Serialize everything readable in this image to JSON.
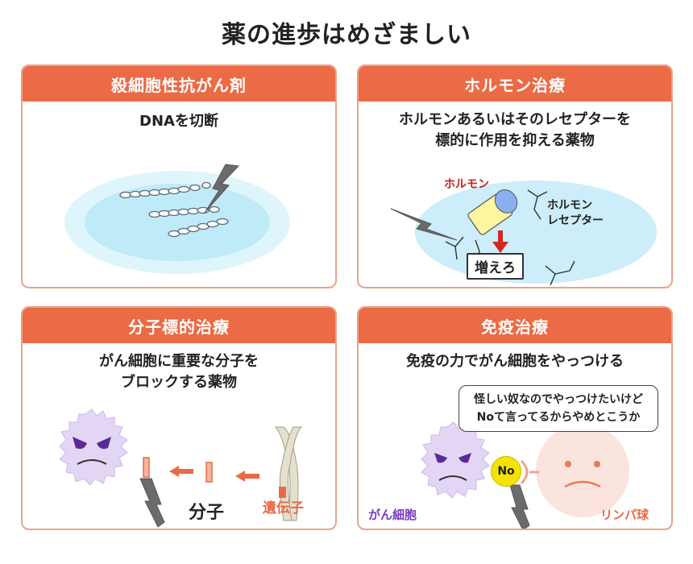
{
  "title": "薬の進歩はめざましい",
  "panels": {
    "cytotoxic": {
      "header": "殺細胞性抗がん剤",
      "subtitle": "DNAを切断"
    },
    "hormone": {
      "header": "ホルモン治療",
      "subtitle_line1": "ホルモンあるいはそのレセプターを",
      "subtitle_line2": "標的に作用を抑える薬物",
      "hormone_label": "ホルモン",
      "receptor_label_line1": "ホルモン",
      "receptor_label_line2": "レセプター",
      "increase_label": "増えろ"
    },
    "molecular": {
      "header": "分子標的治療",
      "subtitle_line1": "がん細胞に重要な分子を",
      "subtitle_line2": "ブロックする薬物",
      "molecule_label": "分子",
      "gene_label": "遺伝子"
    },
    "immune": {
      "header": "免疫治療",
      "subtitle": "免疫の力でがん細胞をやっつける",
      "speech_line1": "怪しい奴なのでやっつけたいけど",
      "speech_line2": "Noて言ってるからやめとこうか",
      "no_badge": "No",
      "cancer_label": "がん細胞",
      "lymph_label": "リンパ球"
    }
  },
  "colors": {
    "header_orange": "#ea6b45",
    "panel_border": "#e8a48b",
    "ellipse_blue": "#c9eefa",
    "cancer_purple": "#ded0f2",
    "lymph_pink": "#fbe3de",
    "label_red": "#c8201c"
  },
  "icons": [
    "lightning-icon",
    "dna-strand-icon",
    "hormone-capsule-icon",
    "receptor-icon",
    "down-arrow-icon",
    "left-arrow-icon",
    "chromosome-icon",
    "cancer-cell-icon",
    "lymphocyte-icon"
  ]
}
